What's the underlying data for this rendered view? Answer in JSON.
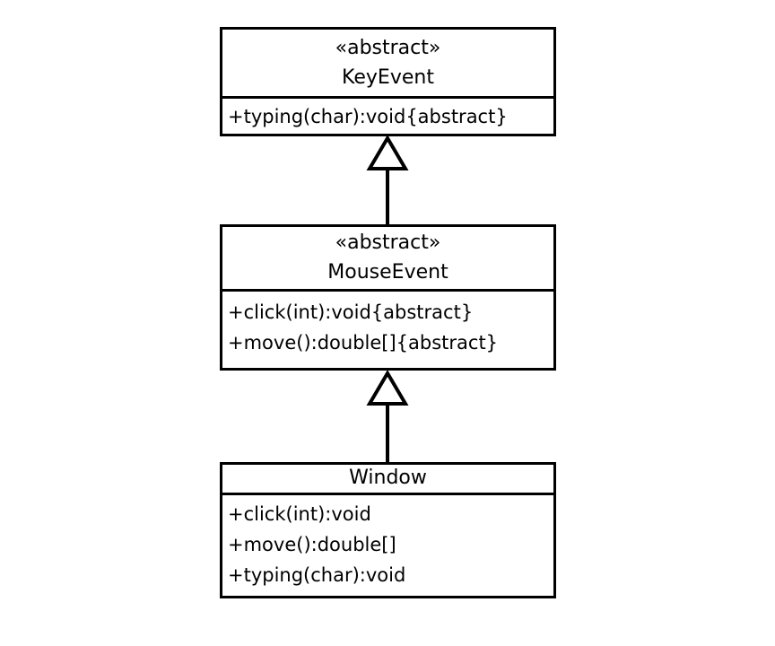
{
  "diagram": {
    "type": "uml-class-diagram",
    "background_color": "#ffffff",
    "stroke_color": "#000000",
    "fill_color": "#ffffff",
    "classes": [
      {
        "stereotype": "«abstract»",
        "name": "KeyEvent",
        "methods": [
          "+typing(char):void{abstract}"
        ]
      },
      {
        "stereotype": "«abstract»",
        "name": "MouseEvent",
        "methods": [
          "+click(int):void{abstract}",
          "+move():double[]{abstract}"
        ]
      },
      {
        "stereotype": "",
        "name": "Window",
        "methods": [
          "+click(int):void",
          "+move():double[]",
          "+typing(char):void"
        ]
      }
    ],
    "relations": [
      {
        "type": "generalization",
        "from": "MouseEvent",
        "to": "KeyEvent"
      },
      {
        "type": "generalization",
        "from": "Window",
        "to": "MouseEvent"
      }
    ]
  }
}
